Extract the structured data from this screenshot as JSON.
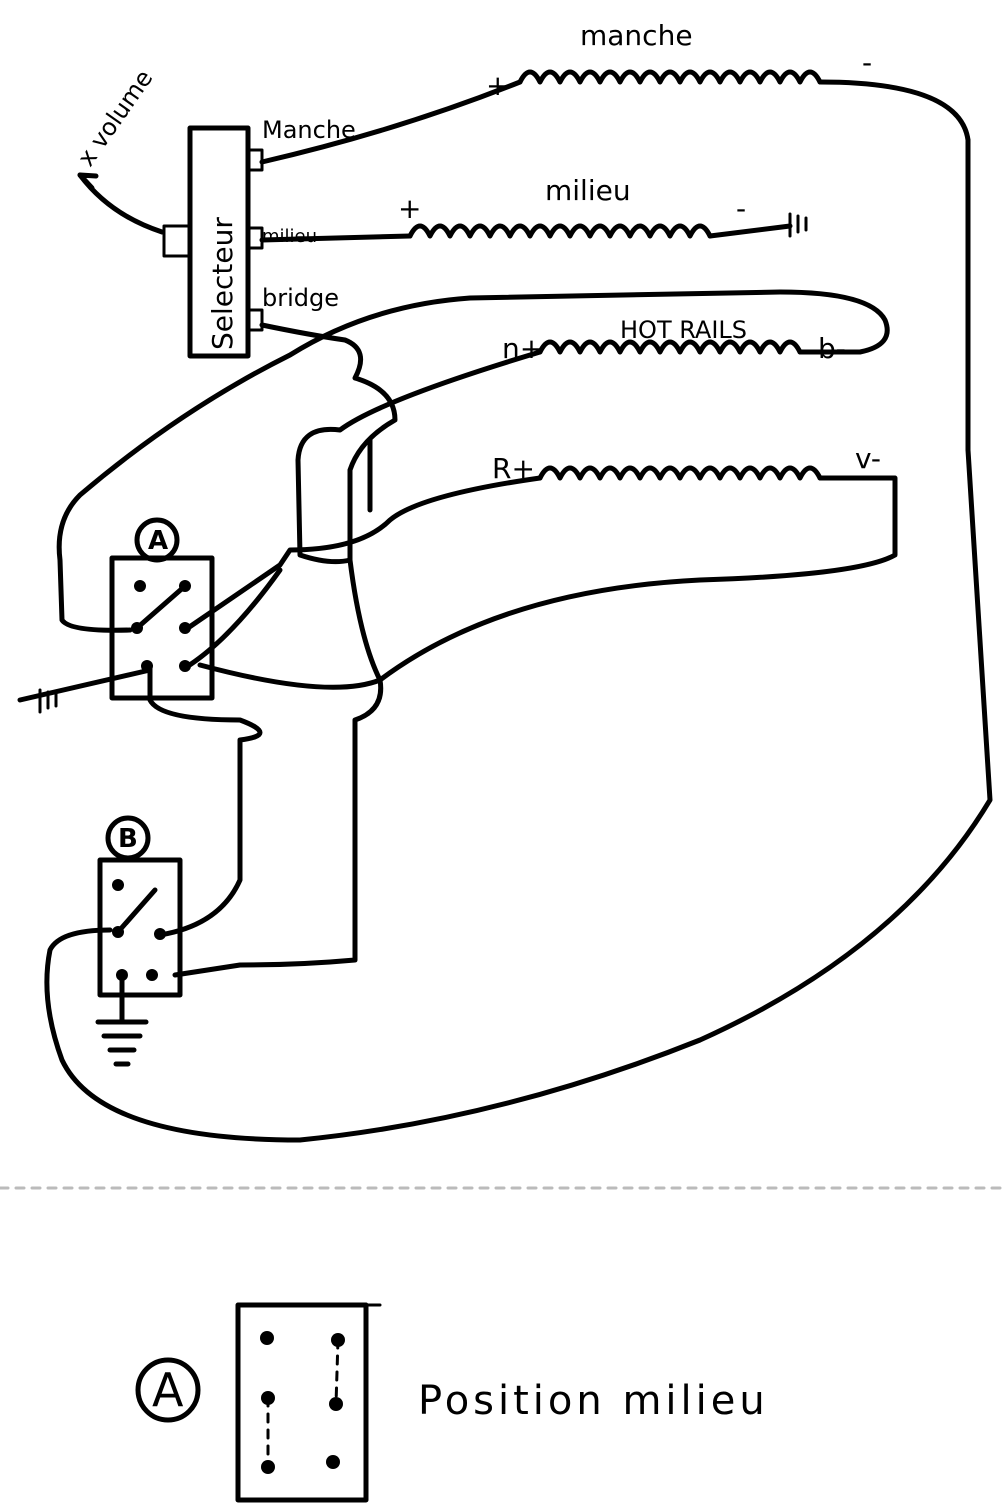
{
  "labels": {
    "volume": "x volume",
    "selector": "Selecteur",
    "sel_manche": "Manche",
    "sel_milieu": "milieu",
    "sel_bridge": "bridge",
    "pickup_manche": "manche",
    "pickup_milieu": "milieu",
    "pickup_hotrails": "HOT RAILS",
    "plus": "+",
    "minus": "-",
    "n_plus": "n+",
    "b_minus": "b-",
    "r_plus": "R+",
    "v_minus": "v-",
    "switch_a": "A",
    "switch_b": "B"
  },
  "legend": {
    "letter": "A",
    "caption": "Position milieu"
  }
}
